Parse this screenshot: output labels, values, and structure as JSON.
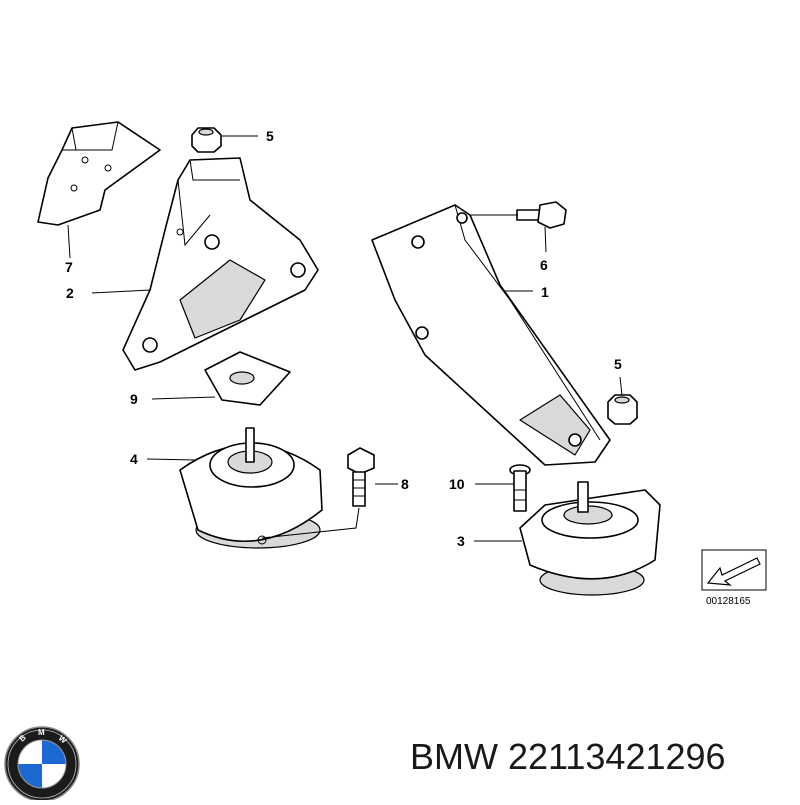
{
  "diagram": {
    "callouts": {
      "c1": "1",
      "c2": "2",
      "c3": "3",
      "c4": "4",
      "c5a": "5",
      "c5b": "5",
      "c6": "6",
      "c7": "7",
      "c8": "8",
      "c9": "9",
      "c10": "10"
    },
    "reference_number": "00128165"
  },
  "caption": {
    "brand": "BMW",
    "part_number": "22113421296",
    "text": "BMW 22113421296"
  },
  "logo": {
    "letters": [
      "B",
      "M",
      "W"
    ],
    "colors": {
      "ring": "#000000",
      "blue": "#1c69d4",
      "white": "#ffffff"
    }
  }
}
